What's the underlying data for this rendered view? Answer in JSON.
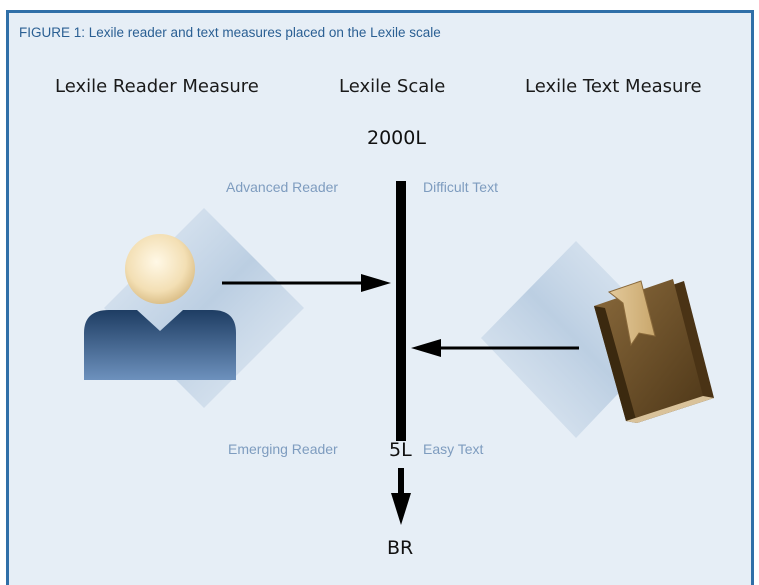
{
  "caption": "FIGURE 1: Lexile reader and text measures placed on the Lexile scale",
  "headers": {
    "reader_measure": "Lexile Reader Measure",
    "scale": "Lexile Scale",
    "text_measure": "Lexile Text Measure"
  },
  "scale_labels": {
    "top": "2000L",
    "low": "5L",
    "bottom": "BR"
  },
  "regions": {
    "advanced_reader": "Advanced Reader",
    "difficult_text": "Difficult Text",
    "emerging_reader": "Emerging Reader",
    "easy_text": "Easy Text"
  },
  "icons": [
    "person-icon",
    "book-icon"
  ],
  "colors": {
    "frame_border": "#2f6fa8",
    "background": "#e6eef6",
    "caption": "#2a5f93",
    "region_label": "#7e9cbf",
    "person_body": "#24466f",
    "book": "#6b4f2a"
  }
}
